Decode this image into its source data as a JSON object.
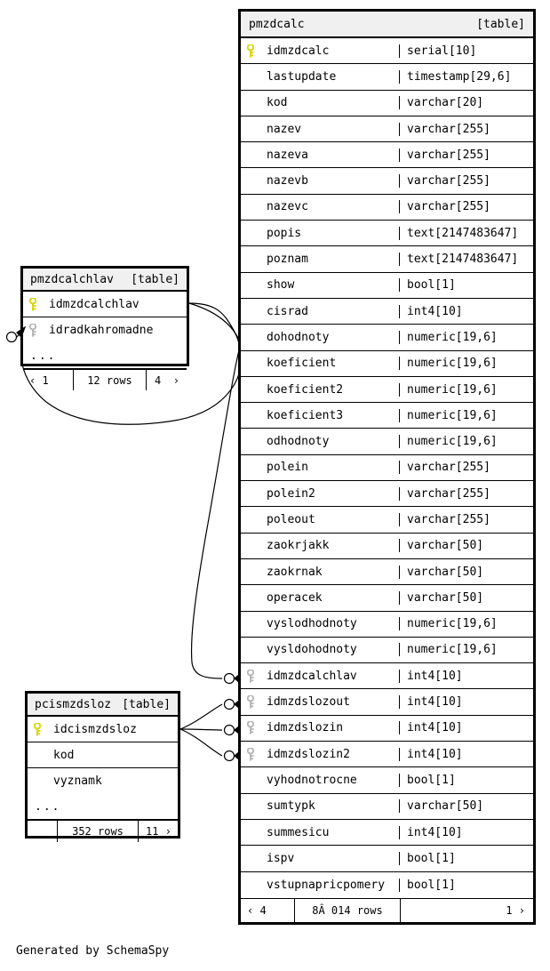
{
  "diagram": {
    "caption": "Generated by SchemaSpy",
    "key_color_primary": "#d6d600",
    "key_color_foreign": "#b3b3b3"
  },
  "tables": {
    "main": {
      "name": "pmzdcalc",
      "type_label": "[table]",
      "columns": [
        {
          "key": "primary",
          "name": "idmzdcalc",
          "type": "serial[10]"
        },
        {
          "key": "none",
          "name": "lastupdate",
          "type": "timestamp[29,6]"
        },
        {
          "key": "none",
          "name": "kod",
          "type": "varchar[20]"
        },
        {
          "key": "none",
          "name": "nazev",
          "type": "varchar[255]"
        },
        {
          "key": "none",
          "name": "nazeva",
          "type": "varchar[255]"
        },
        {
          "key": "none",
          "name": "nazevb",
          "type": "varchar[255]"
        },
        {
          "key": "none",
          "name": "nazevc",
          "type": "varchar[255]"
        },
        {
          "key": "none",
          "name": "popis",
          "type": "text[2147483647]"
        },
        {
          "key": "none",
          "name": "poznam",
          "type": "text[2147483647]"
        },
        {
          "key": "none",
          "name": "show",
          "type": "bool[1]"
        },
        {
          "key": "none",
          "name": "cisrad",
          "type": "int4[10]"
        },
        {
          "key": "none",
          "name": "dohodnoty",
          "type": "numeric[19,6]"
        },
        {
          "key": "none",
          "name": "koeficient",
          "type": "numeric[19,6]"
        },
        {
          "key": "none",
          "name": "koeficient2",
          "type": "numeric[19,6]"
        },
        {
          "key": "none",
          "name": "koeficient3",
          "type": "numeric[19,6]"
        },
        {
          "key": "none",
          "name": "odhodnoty",
          "type": "numeric[19,6]"
        },
        {
          "key": "none",
          "name": "polein",
          "type": "varchar[255]"
        },
        {
          "key": "none",
          "name": "polein2",
          "type": "varchar[255]"
        },
        {
          "key": "none",
          "name": "poleout",
          "type": "varchar[255]"
        },
        {
          "key": "none",
          "name": "zaokrjakk",
          "type": "varchar[50]"
        },
        {
          "key": "none",
          "name": "zaokrnak",
          "type": "varchar[50]"
        },
        {
          "key": "none",
          "name": "operacek",
          "type": "varchar[50]"
        },
        {
          "key": "none",
          "name": "vyslodhodnoty",
          "type": "numeric[19,6]"
        },
        {
          "key": "none",
          "name": "vysldohodnoty",
          "type": "numeric[19,6]"
        },
        {
          "key": "foreign",
          "name": "idmzdcalchlav",
          "type": "int4[10]"
        },
        {
          "key": "foreign",
          "name": "idmzdslozout",
          "type": "int4[10]"
        },
        {
          "key": "foreign",
          "name": "idmzdslozin",
          "type": "int4[10]"
        },
        {
          "key": "foreign",
          "name": "idmzdslozin2",
          "type": "int4[10]"
        },
        {
          "key": "none",
          "name": "vyhodnotrocne",
          "type": "bool[1]"
        },
        {
          "key": "none",
          "name": "sumtypk",
          "type": "varchar[50]"
        },
        {
          "key": "none",
          "name": "summesicu",
          "type": "int4[10]"
        },
        {
          "key": "none",
          "name": "ispv",
          "type": "bool[1]"
        },
        {
          "key": "none",
          "name": "vstupnapricpomery",
          "type": "bool[1]"
        }
      ],
      "footer": {
        "prev": "‹ 4",
        "rows": "8Â 014 rows",
        "next": "1 ›"
      }
    },
    "hlav": {
      "name": "pmzdcalchlav",
      "type_label": "[table]",
      "columns": [
        {
          "key": "primary",
          "name": "idmzdcalchlav"
        },
        {
          "key": "foreign",
          "name": "idradkahromadne"
        }
      ],
      "more": "...",
      "footer": {
        "prev": "‹ 1",
        "rows": "12 rows",
        "next_num": "4",
        "next_arrow": "›"
      }
    },
    "sloz": {
      "name": "pcismzdsloz",
      "type_label": "[table]",
      "columns": [
        {
          "key": "primary",
          "name": "idcismzdsloz"
        },
        {
          "key": "none",
          "name": "kod"
        },
        {
          "key": "none",
          "name": "vyznamk"
        }
      ],
      "more": "...",
      "footer": {
        "prev": "",
        "rows": "352 rows",
        "next_num": "11",
        "next_arrow": "›"
      }
    }
  }
}
